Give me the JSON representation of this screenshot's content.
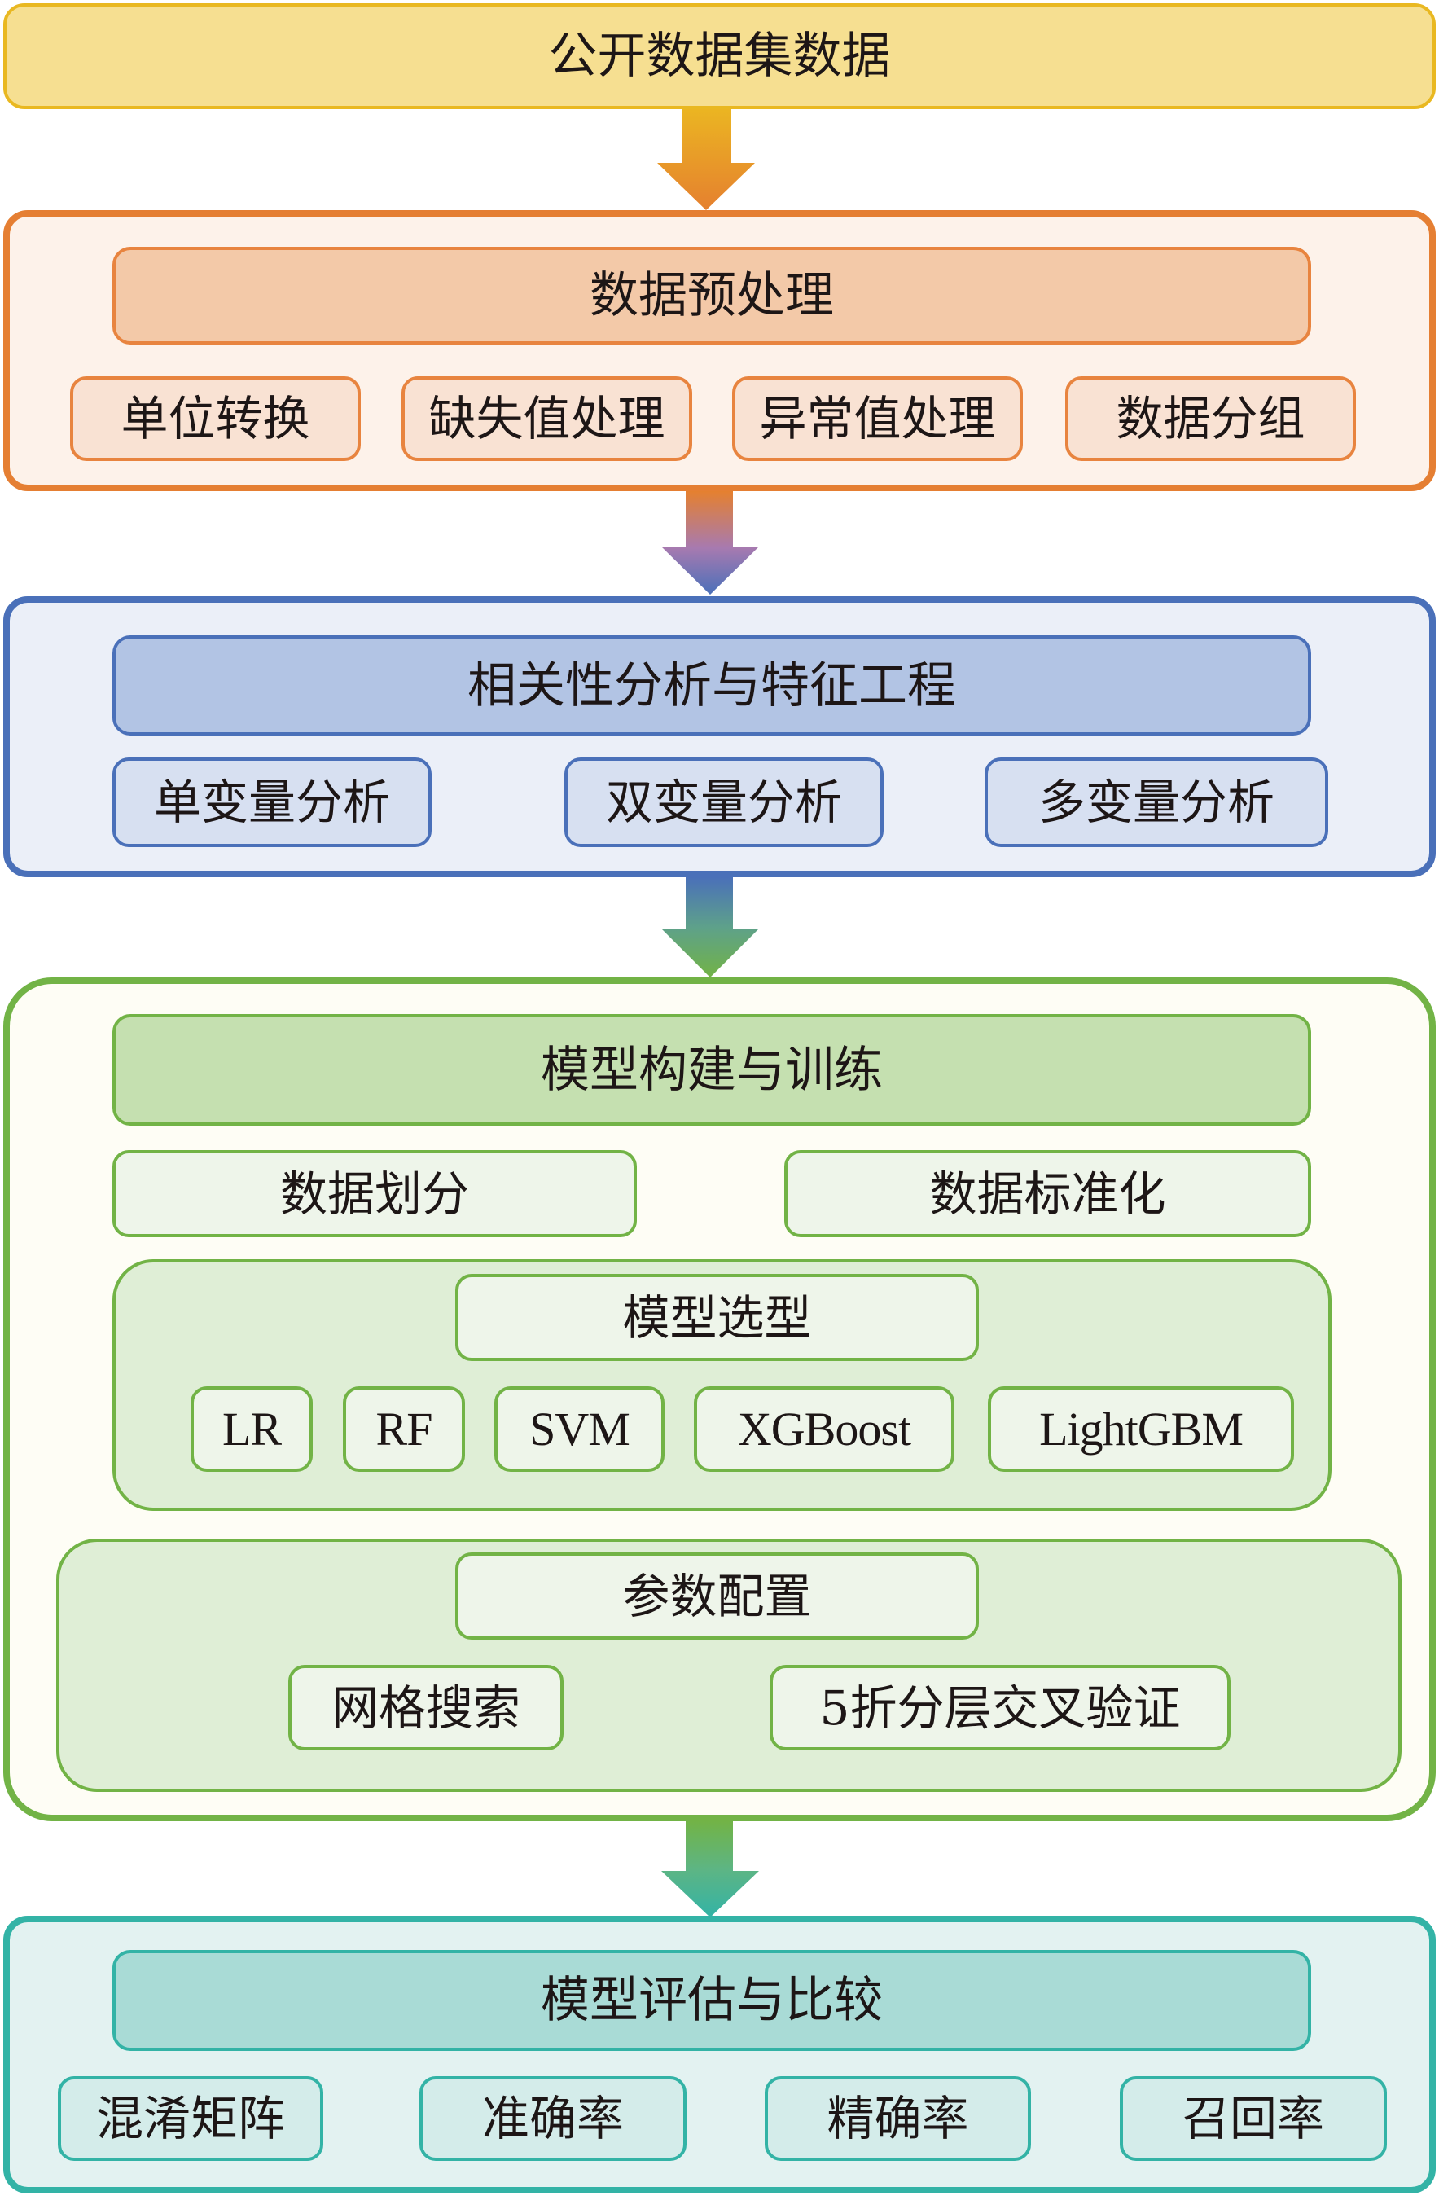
{
  "source": {
    "label": "公开数据集数据"
  },
  "preprocessing": {
    "title": "数据预处理",
    "steps": [
      "单位转换",
      "缺失值处理",
      "异常值处理",
      "数据分组"
    ]
  },
  "feature_engineering": {
    "title": "相关性分析与特征工程",
    "steps": [
      "单变量分析",
      "双变量分析",
      "多变量分析"
    ]
  },
  "model_training": {
    "title": "模型构建与训练",
    "data_steps": [
      "数据划分",
      "数据标准化"
    ],
    "model_selection": {
      "title": "模型选型",
      "models": [
        "LR",
        "RF",
        "SVM",
        "XGBoost",
        "LightGBM"
      ]
    },
    "parameter_config": {
      "title": "参数配置",
      "methods": [
        "网格搜索",
        "5折分层交叉验证"
      ]
    }
  },
  "evaluation": {
    "title": "模型评估与比较",
    "metrics": [
      "混淆矩阵",
      "准确率",
      "精确率",
      "召回率"
    ]
  },
  "colors": {
    "source": "#e9b821",
    "preprocessing": "#e57f33",
    "feature_engineering": "#4a70b9",
    "model_training": "#72b346",
    "evaluation": "#33b3a6"
  }
}
